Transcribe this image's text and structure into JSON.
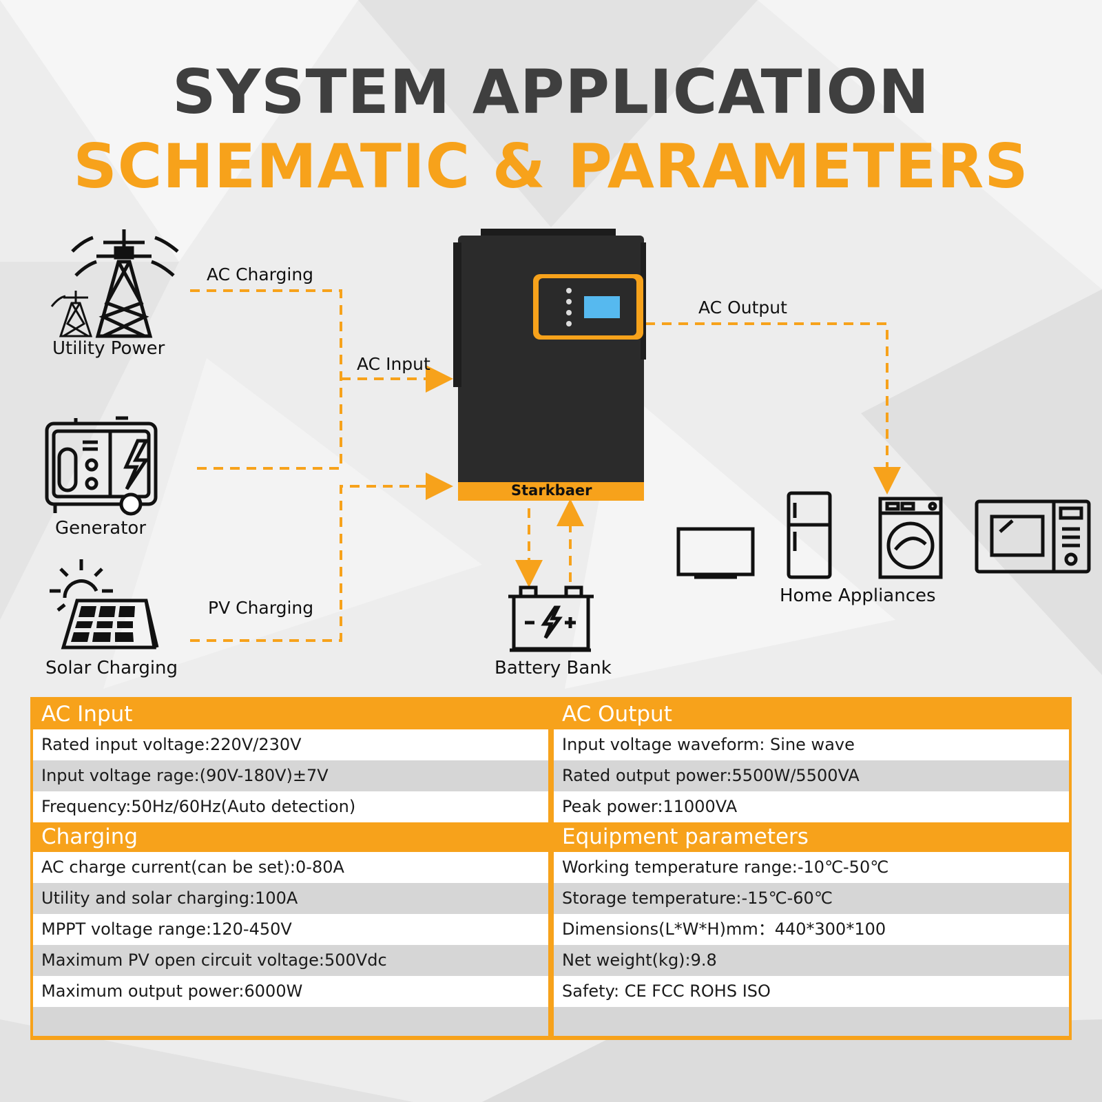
{
  "title": {
    "line1": "SYSTEM APPLICATION",
    "line2": "SCHEMATIC & PARAMETERS"
  },
  "colors": {
    "accent": "#f7a21b",
    "title_dark": "#3f3f3f",
    "device_body": "#2a2a2a"
  },
  "diagram": {
    "sources": [
      {
        "icon": "power-tower-icon",
        "label": "Utility Power"
      },
      {
        "icon": "generator-icon",
        "label": "Generator"
      },
      {
        "icon": "solar-panel-icon",
        "label": "Solar Charging"
      }
    ],
    "flows": {
      "ac_charging": "AC Charging",
      "ac_input": "AC Input",
      "pv_charging": "PV Charging",
      "ac_output": "AC Output"
    },
    "device": {
      "brand": "Starkbaer"
    },
    "battery": {
      "icon": "battery-icon",
      "label": "Battery Bank"
    },
    "appliances": {
      "label": "Home Appliances",
      "icons": [
        "tv-icon",
        "refrigerator-icon",
        "washing-machine-icon",
        "microwave-icon"
      ]
    }
  },
  "specs": {
    "ac_input": {
      "heading": "AC Input",
      "rows": [
        "Rated input voltage:220V/230V",
        "Input voltage rage:(90V-180V)±7V",
        "Frequency:50Hz/60Hz(Auto detection)"
      ]
    },
    "ac_output": {
      "heading": "AC Output",
      "rows": [
        "Input voltage waveform: Sine wave",
        "Rated output power:5500W/5500VA",
        "Peak power:11000VA"
      ]
    },
    "charging": {
      "heading": "Charging",
      "rows": [
        "AC charge current(can be set):0-80A",
        "Utility and solar charging:100A",
        "MPPT voltage range:120-450V",
        "Maximum PV open circuit voltage:500Vdc",
        "Maximum output power:6000W"
      ]
    },
    "equipment": {
      "heading": "Equipment parameters",
      "rows": [
        "Working temperature range:-10℃-50℃",
        "Storage temperature:-15℃-60℃",
        "Dimensions(L*W*H)mm：440*300*100",
        "Net weight(kg):9.8",
        "Safety: CE FCC ROHS ISO"
      ]
    }
  }
}
